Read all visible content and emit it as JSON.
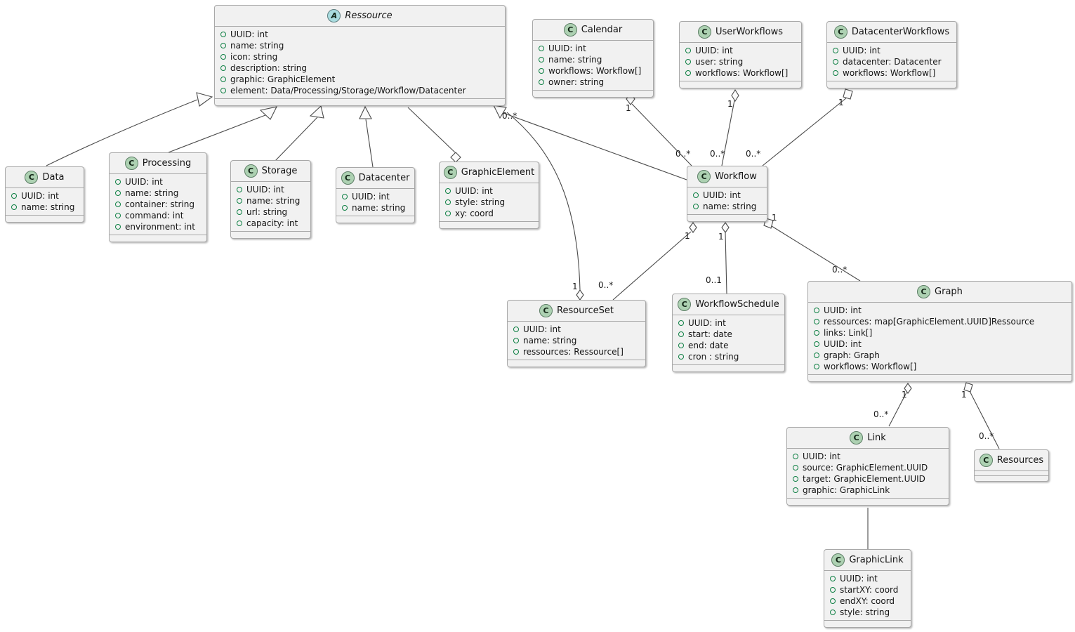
{
  "diagram": {
    "kind": "uml-class-diagram"
  },
  "colors": {
    "background": "#FFFFFF",
    "class_fill": "#F1F1F1",
    "class_border": "#A8A8A8",
    "class_icon_bg": "#ADD1B2",
    "abstract_icon_bg": "#A9DCDF",
    "field_icon": "#0E8044",
    "edge": "#4A4A4A"
  },
  "classes": {
    "ressource": {
      "icon_letter": "A",
      "stereotype": "abstract",
      "name": "Ressource",
      "attributes": [
        "UUID: int",
        "name: string",
        "icon: string",
        "description: string",
        "graphic: GraphicElement",
        "element: Data/Processing/Storage/Workflow/Datacenter"
      ]
    },
    "calendar": {
      "icon_letter": "C",
      "stereotype": "class",
      "name": "Calendar",
      "attributes": [
        "UUID: int",
        "name: string",
        "workflows: Workflow[]",
        "owner: string"
      ]
    },
    "userworkflows": {
      "icon_letter": "C",
      "stereotype": "class",
      "name": "UserWorkflows",
      "attributes": [
        "UUID: int",
        "user: string",
        "workflows: Workflow[]"
      ]
    },
    "datacenterworkflows": {
      "icon_letter": "C",
      "stereotype": "class",
      "name": "DatacenterWorkflows",
      "attributes": [
        "UUID: int",
        "datacenter: Datacenter",
        "workflows: Workflow[]"
      ]
    },
    "data": {
      "icon_letter": "C",
      "stereotype": "class",
      "name": "Data",
      "attributes": [
        "UUID: int",
        "name: string"
      ]
    },
    "processing": {
      "icon_letter": "C",
      "stereotype": "class",
      "name": "Processing",
      "attributes": [
        "UUID: int",
        "name: string",
        "container: string",
        "command: int",
        "environment: int"
      ]
    },
    "storage": {
      "icon_letter": "C",
      "stereotype": "class",
      "name": "Storage",
      "attributes": [
        "UUID: int",
        "name: string",
        "url: string",
        "capacity: int"
      ]
    },
    "datacenter": {
      "icon_letter": "C",
      "stereotype": "class",
      "name": "Datacenter",
      "attributes": [
        "UUID: int",
        "name: string"
      ]
    },
    "graphicelement": {
      "icon_letter": "C",
      "stereotype": "class",
      "name": "GraphicElement",
      "attributes": [
        "UUID: int",
        "style: string",
        "xy: coord"
      ]
    },
    "workflow": {
      "icon_letter": "C",
      "stereotype": "class",
      "name": "Workflow",
      "attributes": [
        "UUID: int",
        "name: string"
      ]
    },
    "resourceset": {
      "icon_letter": "C",
      "stereotype": "class",
      "name": "ResourceSet",
      "attributes": [
        "UUID: int",
        "name: string",
        "ressources: Ressource[]"
      ]
    },
    "workflowschedule": {
      "icon_letter": "C",
      "stereotype": "class",
      "name": "WorkflowSchedule",
      "attributes": [
        "UUID: int",
        "start: date",
        "end: date",
        "cron : string"
      ]
    },
    "graph": {
      "icon_letter": "C",
      "stereotype": "class",
      "name": "Graph",
      "attributes": [
        "UUID: int",
        "ressources: map[GraphicElement.UUID]Ressource",
        "links: Link[]",
        "UUID: int",
        "graph: Graph",
        "workflows: Workflow[]"
      ]
    },
    "link": {
      "icon_letter": "C",
      "stereotype": "class",
      "name": "Link",
      "attributes": [
        "UUID: int",
        "source: GraphicElement.UUID",
        "target: GraphicElement.UUID",
        "graphic: GraphicLink"
      ]
    },
    "resources": {
      "icon_letter": "C",
      "stereotype": "class",
      "name": "Resources",
      "attributes": []
    },
    "graphiclink": {
      "icon_letter": "C",
      "stereotype": "class",
      "name": "GraphicLink",
      "attributes": [
        "UUID: int",
        "startXY: coord",
        "endXY: coord",
        "style: string"
      ]
    }
  },
  "relationships": {
    "data_ressource": {
      "type": "extends",
      "from": "Data",
      "to": "Ressource"
    },
    "processing_ressource": {
      "type": "extends",
      "from": "Processing",
      "to": "Ressource"
    },
    "storage_ressource": {
      "type": "extends",
      "from": "Storage",
      "to": "Ressource"
    },
    "datacenter_ressource": {
      "type": "extends",
      "from": "Datacenter",
      "to": "Ressource"
    },
    "workflow_ressource": {
      "type": "extends",
      "from": "Workflow",
      "to": "Ressource"
    },
    "ressource_graphicelement": {
      "type": "aggregation",
      "from": "Ressource",
      "to": "GraphicElement"
    },
    "calendar_workflow": {
      "type": "aggregation",
      "from": "Calendar",
      "to": "Workflow",
      "from_mult": "1",
      "to_mult": "0..*"
    },
    "userworkflows_workflow": {
      "type": "aggregation",
      "from": "UserWorkflows",
      "to": "Workflow",
      "from_mult": "1",
      "to_mult": "0..*"
    },
    "datacenterworkflows_workflow": {
      "type": "aggregation",
      "from": "DatacenterWorkflows",
      "to": "Workflow",
      "from_mult": "1",
      "to_mult": "0..*"
    },
    "workflow_resourceset": {
      "type": "aggregation",
      "from": "Workflow",
      "to": "ResourceSet",
      "from_mult": "1",
      "to_mult": "0..*"
    },
    "workflow_workflowschedule": {
      "type": "aggregation",
      "from": "Workflow",
      "to": "WorkflowSchedule",
      "from_mult": "1",
      "to_mult": "0..1"
    },
    "workflow_graph": {
      "type": "aggregation",
      "from": "Workflow",
      "to": "Graph",
      "from_mult": "1",
      "to_mult": "0..*"
    },
    "resourceset_ressource": {
      "type": "aggregation",
      "from": "ResourceSet",
      "to": "Ressource",
      "from_mult": "1",
      "to_mult": "0..*"
    },
    "graph_link": {
      "type": "aggregation",
      "from": "Graph",
      "to": "Link",
      "from_mult": "1",
      "to_mult": "0..*"
    },
    "graph_resources": {
      "type": "aggregation",
      "from": "Graph",
      "to": "Resources",
      "from_mult": "1",
      "to_mult": "0..*"
    },
    "link_graphiclink": {
      "type": "association",
      "from": "Link",
      "to": "GraphicLink"
    }
  }
}
